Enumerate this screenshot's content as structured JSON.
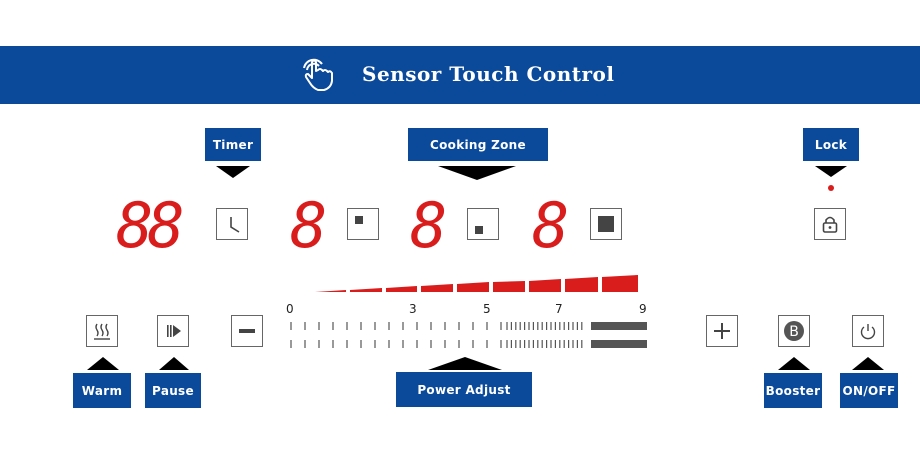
{
  "header": {
    "title": "Sensor Touch Control",
    "icon": "touch-hand-icon"
  },
  "labels": {
    "timer": "Timer",
    "cooking_zone": "Cooking Zone",
    "lock": "Lock",
    "warm": "Warm",
    "pause": "Pause",
    "power_adjust": "Power Adjust",
    "booster": "Booster",
    "on_off": "ON/OFF"
  },
  "displays": {
    "timer_digits": "88",
    "zone_digits": [
      "8",
      "8",
      "8"
    ]
  },
  "buttons": {
    "timer": "clock-icon",
    "zone_front_left": "zone-top-left-icon",
    "zone_rear": "zone-bottom-left-icon",
    "zone_right": "zone-full-icon",
    "lock": "padlock-icon",
    "warm": "steam-icon",
    "pause": "play-pause-icon",
    "minus": "minus-icon",
    "plus": "plus-icon",
    "booster": "B",
    "on_off": "power-icon"
  },
  "power_scale": {
    "ticks": [
      "0",
      "3",
      "5",
      "7",
      "9"
    ]
  },
  "colors": {
    "brand": "#0b4a9a",
    "display": "#d91c1c"
  }
}
